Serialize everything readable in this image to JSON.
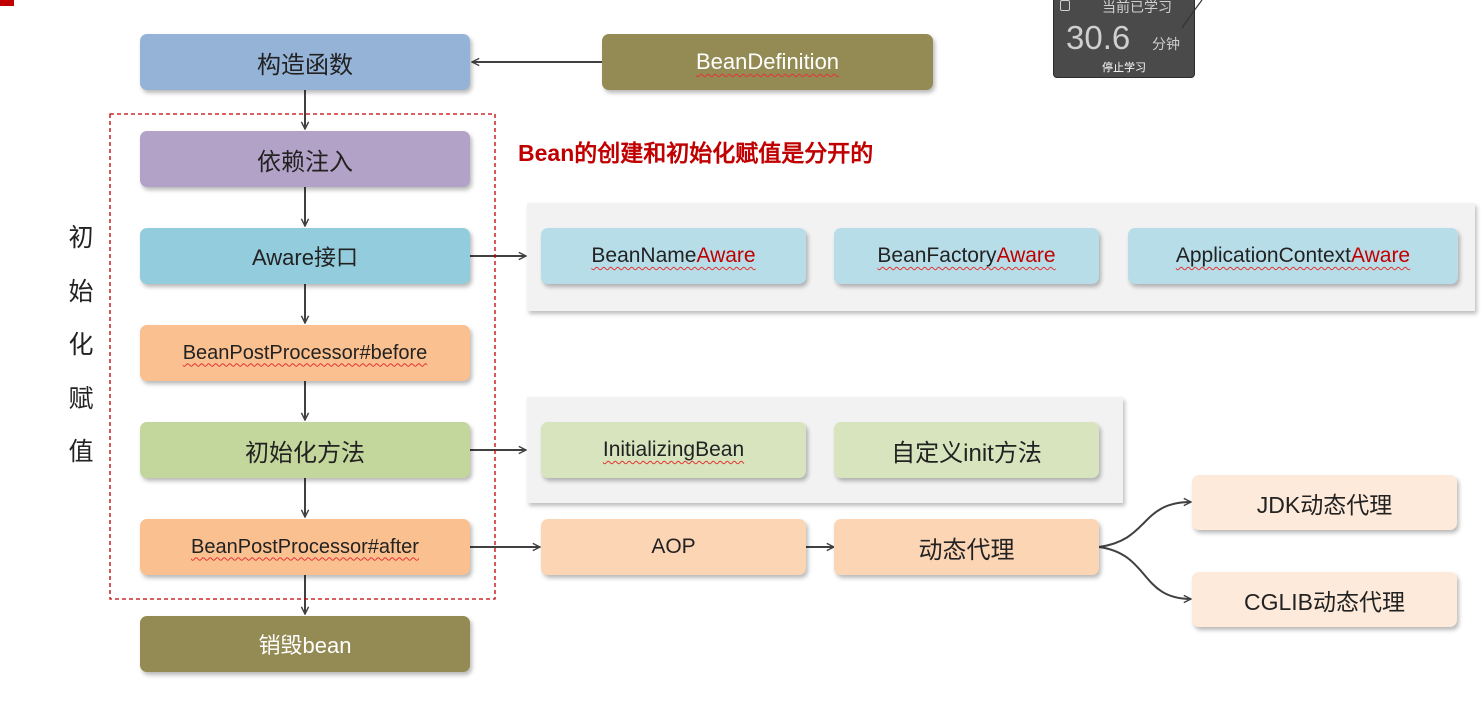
{
  "title_note": "Bean的创建和初始化赋值是分开的",
  "side_label": [
    "初",
    "始",
    "化",
    "赋",
    "值"
  ],
  "flow": {
    "constructor": "构造函数",
    "bean_definition": "BeanDefinition",
    "dependency_injection": "依赖注入",
    "aware": "Aware接口",
    "post_before": "BeanPostProcessor#before",
    "init_method": "初始化方法",
    "post_after": "BeanPostProcessor#after",
    "destroy": "销毁bean"
  },
  "aware_items": [
    {
      "prefix": "BeanName",
      "suffix": "Aware"
    },
    {
      "prefix": "BeanFactory",
      "suffix": "Aware"
    },
    {
      "prefix": "ApplicationContext",
      "suffix": "Aware"
    }
  ],
  "init_items": [
    "InitializingBean",
    "自定义init方法"
  ],
  "aop": {
    "aop_label": "AOP",
    "proxy_label": "动态代理",
    "jdk_proxy": "JDK动态代理",
    "cglib_proxy": "CGLIB动态代理"
  },
  "timer": {
    "status": "当前已学习",
    "value": "30.6",
    "unit": "分钟",
    "stop_button": "停止学习"
  },
  "colors": {
    "constructor": "#95b3d7",
    "bean_definition": "#948a54",
    "dependency_injection": "#b3a2c7",
    "aware": "#93cddd",
    "aware_items": "#b7dee8",
    "post_processor": "#fac090",
    "init": "#c3d69b",
    "init_items": "#d7e4bd",
    "aop": "#fcd5b5",
    "proxy_items": "#fdeada",
    "destroy": "#948a54",
    "accent_red": "#c00000"
  }
}
